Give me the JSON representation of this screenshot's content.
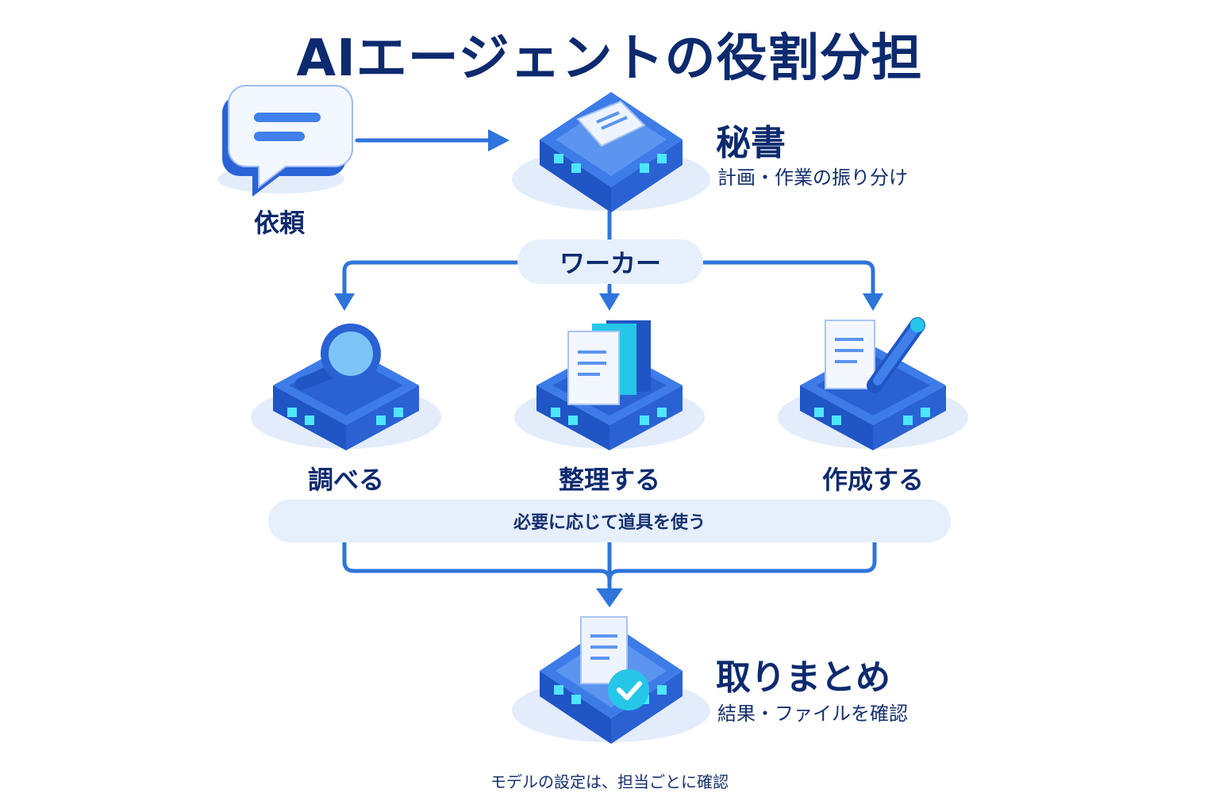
{
  "title": "AIエージェントの役割分担",
  "request": {
    "label": "依頼"
  },
  "secretary": {
    "title": "秘書",
    "description": "計画・作業の振り分け"
  },
  "workers": {
    "label": "ワーカー",
    "items": [
      {
        "label": "調べる",
        "icon": "magnifier-icon"
      },
      {
        "label": "整理する",
        "icon": "documents-stack-icon"
      },
      {
        "label": "作成する",
        "icon": "document-pencil-icon"
      }
    ]
  },
  "tools_note": "必要に応じて道具を使う",
  "summary": {
    "title": "取りまとめ",
    "description": "結果・ファイルを確認"
  },
  "footer_note": "モデルの設定は、担当ごとに確認",
  "colors": {
    "primary_blue": "#2f6fe0",
    "dark_navy": "#0c2a6e",
    "light_pill": "#e6effc",
    "cyan_accent": "#26c6e8",
    "connector": "#2f74db"
  }
}
